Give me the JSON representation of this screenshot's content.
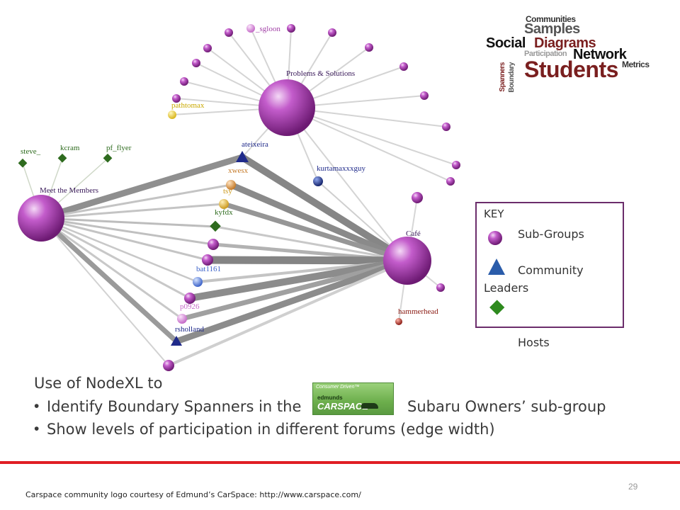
{
  "network": {
    "hubs": {
      "problems": "Problems & Solutions",
      "meet": "Meet the Members",
      "cafe": "Café"
    },
    "labels": {
      "sgloon": "_sgloon",
      "pathtomax": "pathtomax",
      "steve": "steve_",
      "kcram": "kcram",
      "pf_flyer": "pf_flyer",
      "ateixeira": "ateixeira",
      "xwesx": "xwesx",
      "tsy": "tsy",
      "kyfdx": "kyfdx",
      "kurtamaxxxguy": "kurtamaxxxguy",
      "bat1161": "bat1161",
      "p0926": "p0926",
      "rsholland": "rsholland",
      "hammerhead": "hammerhead"
    },
    "colors": {
      "subgroup": "#9b2fa0",
      "host": "#2e6b1e",
      "leader": "#1f2a8a",
      "edge": "#8c8c8c"
    }
  },
  "wordcloud": {
    "w1": "Communities",
    "w2": "Samples",
    "w3": "Social",
    "w4": "Diagrams",
    "w5": "Participation",
    "w6": "Network",
    "w7": "Metrics",
    "w8": "Spanners",
    "w9": "Boundary",
    "w10": "Students"
  },
  "key": {
    "title": "KEY",
    "subgroups": "Sub-Groups",
    "leaders_line1": "Community",
    "leaders_line2": "Leaders",
    "hosts": "Hosts"
  },
  "body": {
    "intro": "Use of NodeXL to",
    "bullet1_a": "Identify Boundary Spanners in the",
    "bullet1_b": "Subaru Owners’ sub-group",
    "bullet2": "Show levels of participation in different forums (edge width)"
  },
  "logo": {
    "tagline": "Consumer Driven™",
    "name": "edmunds",
    "brand": "CARSPACE"
  },
  "footer": {
    "credit": "Carspace community logo courtesy of Edmund’s CarSpace: http://www.carspace.com/",
    "page": "29"
  }
}
